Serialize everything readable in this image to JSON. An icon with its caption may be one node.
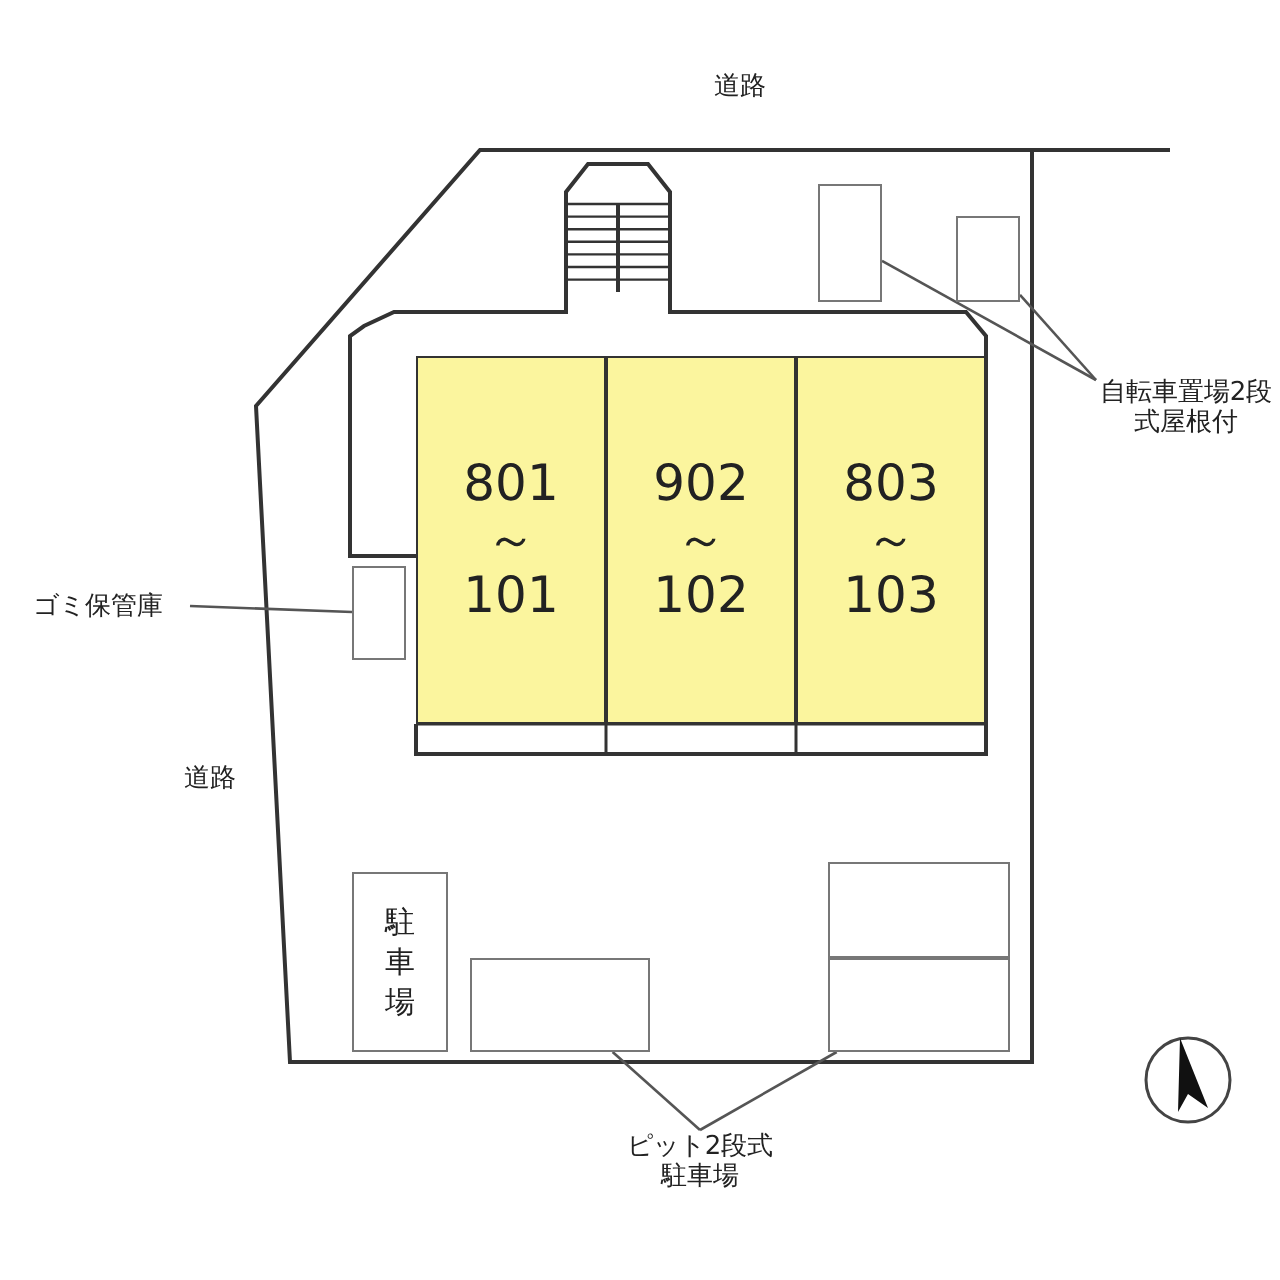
{
  "diagram": {
    "nodes": [
      {
        "text": [
          "801 ～ 101"
        ]
      },
      {
        "text": [
          "902 ～ 102"
        ]
      },
      {
        "text": [
          "803 ～ 103"
        ]
      },
      {
        "text": [],
        "shape": "box"
      },
      {
        "text": [],
        "shape": "box"
      },
      {
        "text": [
          "自転車置場2段式屋根付"
        ]
      },
      {
        "text": [],
        "shape": "box"
      },
      {
        "text": [
          "ゴミ保管庫"
        ]
      },
      {
        "text": [
          "駐車場"
        ]
      },
      {
        "text": [],
        "shape": "box"
      },
      {
        "text": [],
        "shape": "box"
      },
      {
        "text": [],
        "shape": "box"
      },
      {
        "text": [
          "ピット2段式駐車場"
        ]
      }
    ],
    "edges": [
      {
        "from": 5,
        "to": 3,
        "arrow": "none"
      },
      {
        "from": 5,
        "to": 4,
        "arrow": "none"
      },
      {
        "from": 7,
        "to": 6,
        "arrow": "none"
      },
      {
        "from": 12,
        "to": 9,
        "arrow": "none"
      },
      {
        "from": 12,
        "to": 11,
        "arrow": "none"
      }
    ],
    "labels": [
      "道路",
      "道路"
    ]
  }
}
